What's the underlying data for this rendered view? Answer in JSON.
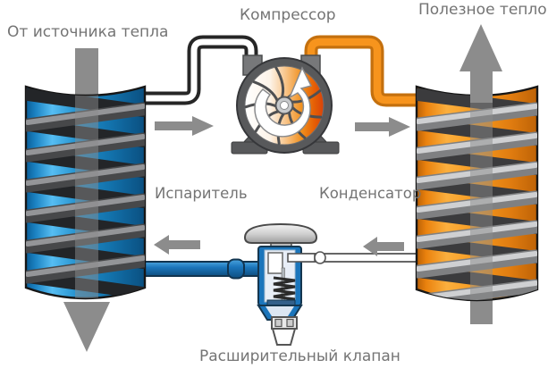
{
  "labels": {
    "from_heat_source": "От источника тепла",
    "compressor": "Компрессор",
    "useful_heat": "Полезное тепло",
    "evaporator": "Испаритель",
    "condenser": "Конденсатор",
    "expansion_valve": "Расширительный клапан"
  },
  "colors": {
    "evaporator_blue": "#1b84c4",
    "condenser_orange": "#f7941d",
    "hot_pipe_orange": "#f7941d",
    "cold_pipe_blue": "#1b75bb",
    "suction_pipe_outline": "#262626",
    "arrow_gray": "#8c8c8c",
    "label_text_gray": "#747474"
  }
}
